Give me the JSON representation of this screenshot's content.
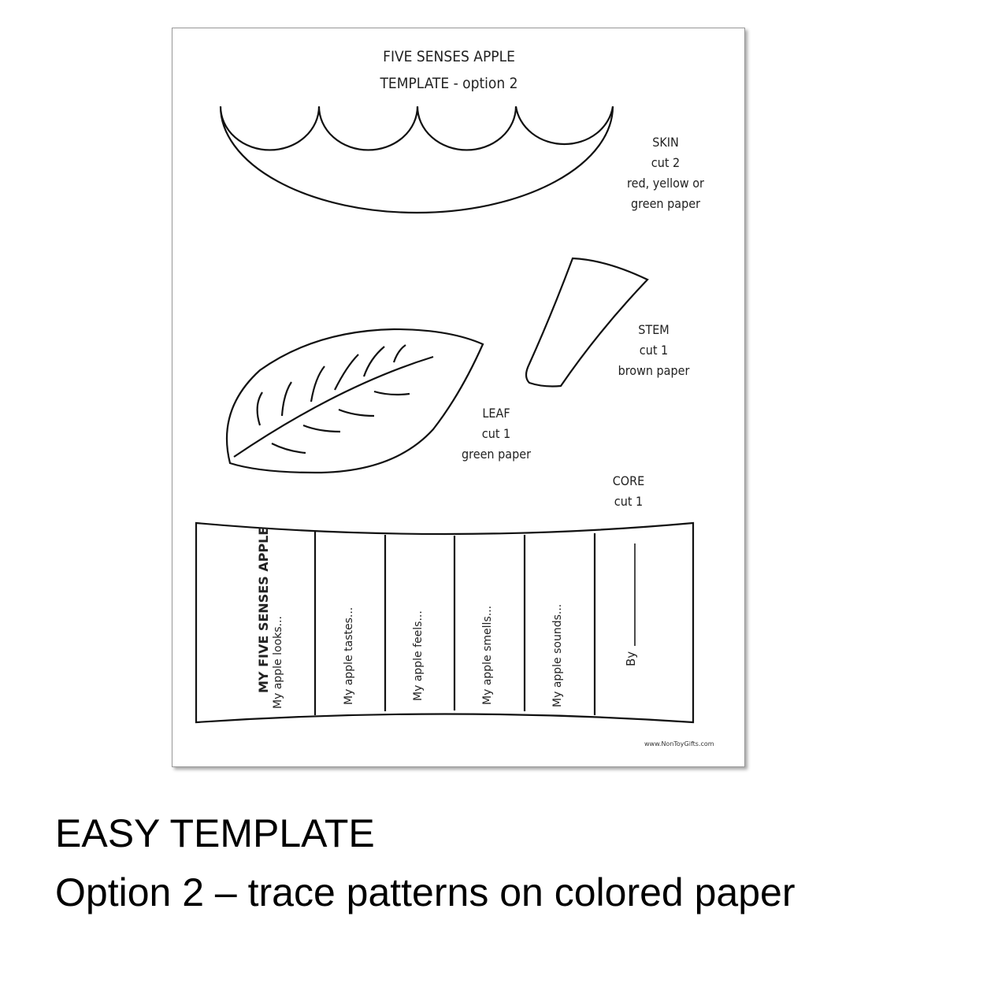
{
  "title": {
    "line1": "FIVE SENSES APPLE",
    "line2": "TEMPLATE - option 2"
  },
  "skin": {
    "name": "SKIN",
    "cut": "cut 2",
    "line3": "red, yellow or",
    "line4": "green paper"
  },
  "stem": {
    "name": "STEM",
    "cut": "cut 1",
    "line3": "brown paper"
  },
  "leaf": {
    "name": "LEAF",
    "cut": "cut 1",
    "line3": "green paper"
  },
  "core": {
    "name": "CORE",
    "cut": "cut 1",
    "heading": "MY FIVE SENSES APPLE",
    "panels": [
      "My apple looks...",
      "My apple tastes...",
      "My apple feels...",
      "My apple smells...",
      "My apple sounds...",
      "By"
    ]
  },
  "url": "www.NonToyGifts.com",
  "caption": {
    "line1": "EASY TEMPLATE",
    "line2": "Option 2 – trace patterns on colored paper"
  }
}
